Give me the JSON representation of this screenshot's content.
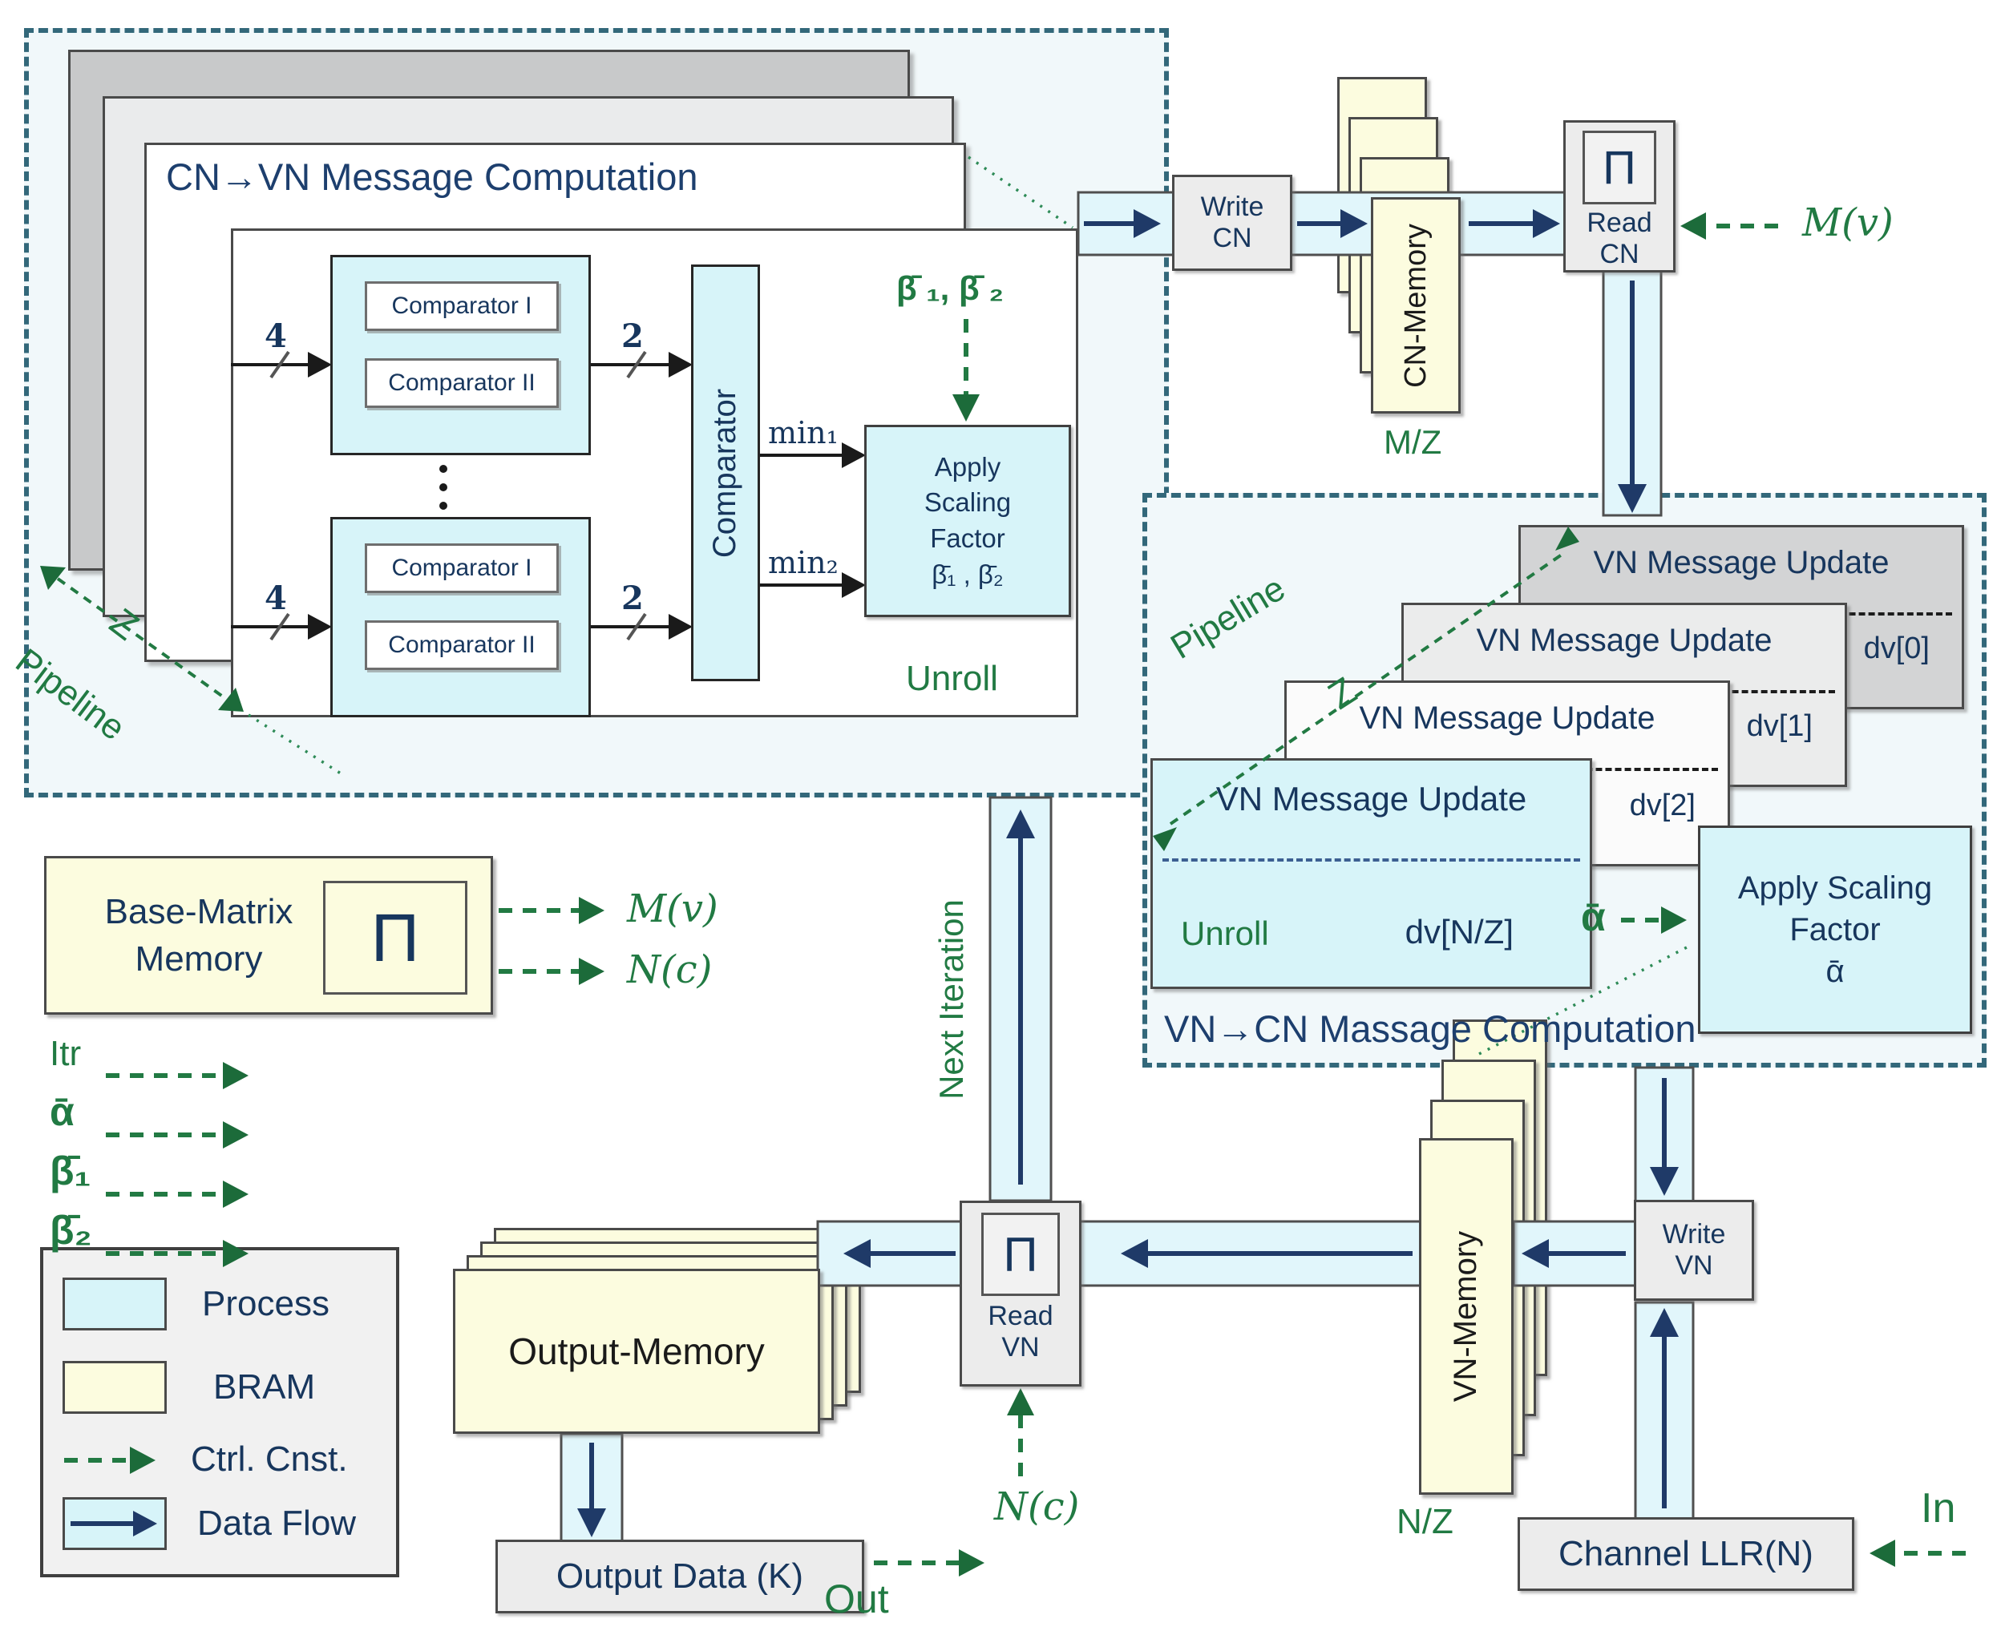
{
  "region_a": {
    "title": "CN→VN Message Computation",
    "group1": {
      "comp1": "Comparator I",
      "comp2": "Comparator II"
    },
    "group2": {
      "comp1": "Comparator I",
      "comp2": "Comparator II"
    },
    "bus_in": "4",
    "bus_out": "2",
    "dots": "⋮",
    "comparator": "Comparator",
    "min1": "min₁",
    "min2": "min₂",
    "beta_pair": "β̄ ₁, β̄ ₂",
    "apply": {
      "l1": "Apply",
      "l2": "Scaling",
      "l3": "Factor",
      "l4": "β̄₁ , β̄₂"
    },
    "unroll": "Unroll",
    "pipeline": "Pipeline",
    "z": "Z"
  },
  "top_chain": {
    "write_cn": {
      "l1": "Write",
      "l2": "CN"
    },
    "cn_memory": "CN-Memory",
    "mz": "M/Z",
    "read_cn": {
      "pi": "Π",
      "l1": "Read",
      "l2": "CN"
    },
    "mv": "M(v)"
  },
  "region_b": {
    "title": "VN→CN Massage Computation",
    "cards": [
      {
        "title": "VN Message Update",
        "dv": "dv[0]"
      },
      {
        "title": "VN Message Update",
        "dv": "dv[1]"
      },
      {
        "title": "VN Message Update",
        "dv": "dv[2]"
      },
      {
        "title": "VN Message Update",
        "dv": "dv[N/Z]"
      }
    ],
    "unroll": "Unroll",
    "pipeline": "Pipeline",
    "z": "Z",
    "apply": {
      "l1": "Apply Scaling",
      "l2": "Factor",
      "l3": "ᾱ"
    },
    "alpha": "ᾱ"
  },
  "base_matrix": {
    "l1": "Base-Matrix",
    "l2": "Memory",
    "pi": "Π",
    "mv": "M(v)",
    "nc": "N(c)"
  },
  "ctrl_inputs": {
    "itr": "Itr",
    "alpha": "ᾱ",
    "beta1": "β̄₁",
    "beta2": "β̄₂"
  },
  "legend": {
    "process": "Process",
    "bram": "BRAM",
    "ctrl": "Ctrl. Cnst.",
    "flow": "Data Flow"
  },
  "bottom": {
    "output_memory": "Output-Memory",
    "read_vn": {
      "pi": "Π",
      "l1": "Read",
      "l2": "VN"
    },
    "vn_memory": "VN-Memory",
    "nz": "N/Z",
    "write_vn": {
      "l1": "Write",
      "l2": "VN"
    },
    "channel": "Channel LLR(N)",
    "output_data": "Output Data (K)",
    "out": "Out",
    "in": "In",
    "nc": "N(c)",
    "next_iteration": "Next Iteration"
  }
}
